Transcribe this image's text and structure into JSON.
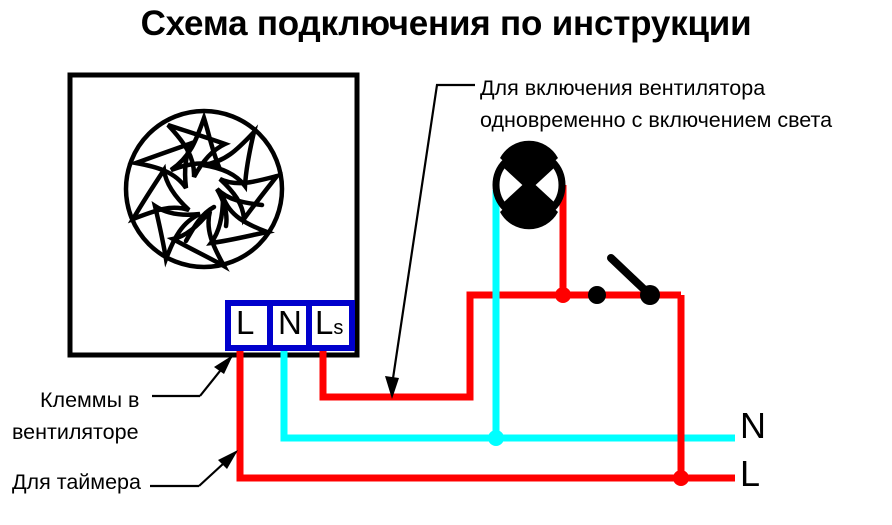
{
  "title": "Схема подключения по инструкции",
  "annotations": {
    "note_line_1": "Для включения вентилятора",
    "note_line_2": "одновременно с включением света",
    "terminals_line_1": "Клеммы в",
    "terminals_line_2": "вентиляторе",
    "timer_label": "Для таймера"
  },
  "terminal_block": {
    "cells": [
      {
        "label": "L",
        "sub": "",
        "wire_color": "#ff0000"
      },
      {
        "label": "N",
        "sub": "",
        "wire_color": "#00ffff"
      },
      {
        "label": "L",
        "sub": "s",
        "wire_color": "#ff0000"
      }
    ],
    "border_color": "#0000cc"
  },
  "bus_labels": {
    "neutral": "N",
    "line": "L"
  },
  "components": {
    "fan_housing": "fan-enclosure",
    "impeller": "fan-impeller-icon",
    "lamp": "lamp-symbol-icon",
    "switch": "light-switch-icon"
  },
  "colors": {
    "live": "#ff0000",
    "neutral": "#00ffff",
    "terminal": "#0000cc",
    "outline": "#000000",
    "background": "#ffffff"
  }
}
